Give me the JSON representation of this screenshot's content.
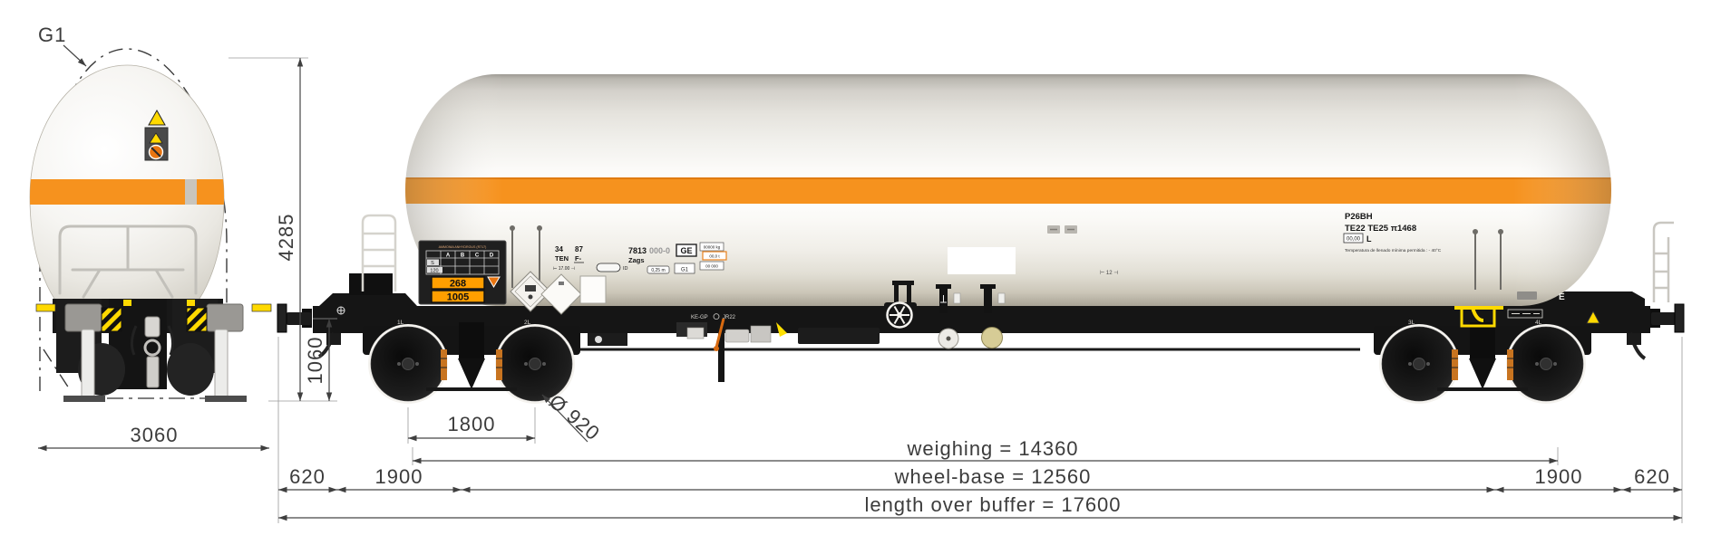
{
  "drawing": {
    "gauge_label": "G1",
    "dims": {
      "overall_height": "4285",
      "buffer_height": "1060",
      "end_width": "3060",
      "bogie_axles": "1800",
      "wheel_diameter": "Ø 920",
      "weighing": "weighing = 14360",
      "wheelbase": "wheel-base = 12560",
      "length_over_buffer": "length over buffer = 17600",
      "left_overhang": "620",
      "left_bogie_offset": "1900",
      "right_bogie_offset": "1900",
      "right_overhang": "620"
    },
    "placard": {
      "title": "AMMONIA ANHYDROUS (R717)",
      "col_a": "A",
      "col_b": "B",
      "col_c": "C",
      "col_d": "D",
      "row_1": "S",
      "row_2": "120",
      "hazard_code": "268",
      "un_number": "1005"
    },
    "uic": {
      "digits_1": "34",
      "digits_2": "87",
      "ten": "TEN",
      "class_mark": "F-",
      "length_mark": "⊢ 17.00 ⊣",
      "id_mark": "ID",
      "serial_bold": "7813",
      "serial_light": "000-0",
      "country": "GE",
      "type_code": "Zags",
      "load_box_1": "00000 kg",
      "load_box_2": "00,0 t",
      "load_box_3": "00 000",
      "small_box": "0,25 m",
      "g_box": "G1"
    },
    "right_panel": {
      "code": "P26BH",
      "te_codes": "TE22  TE25  π1468",
      "volume": "00,00",
      "volume_unit": "L",
      "temp_note": "Temperatura de llenado mínima permitida : - 40°C"
    },
    "frame_marks": {
      "brake_type": "KE-GP",
      "brake_code": "JR22",
      "axle_1": "1L",
      "axle_2": "2L",
      "axle_3": "3L",
      "axle_4": "4L",
      "end_mark": "E",
      "mid_mark": "⊢ 12 ⊣"
    },
    "colors": {
      "stripe_orange": "#F6921E",
      "plate_orange": "#FF9E00",
      "warning_yellow": "#FFD900",
      "line_color": "#3F3F3F"
    }
  }
}
